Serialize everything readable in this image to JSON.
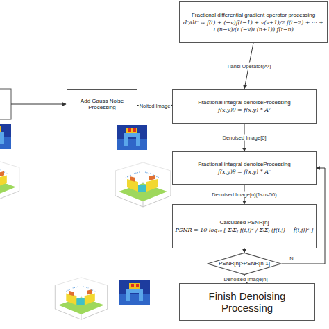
{
  "diagram": {
    "nodes": [
      {
        "text": [
          "Add Gauss Noise Processing"
        ]
      },
      {
        "text": [
          "Fractional differential gradient operator processing",
          "dᵛ/dtᵛ ≈ f(t) + (−v)f(t−1) + v(v+1)/2 f(t−2) + ··· + Γ(n−v)/(Γ(−v)Γ(n+1)) f(t−n)"
        ]
      },
      {
        "text": [
          "Fractional integral denoiseProcessing",
          "f(x,y)θ = f(x,y) * Aᵛ"
        ]
      },
      {
        "text": [
          "Fractional integral denoiseProcessing",
          "f(x,y)θ = f(x,y) * Aᵛ"
        ]
      },
      {
        "text": [
          "Calculated PSNR[n]",
          "PSNR = 10 log₁₀ [ ΣᵢΣⱼ f(i,j)² / ΣᵢΣⱼ (f(i,j) − f̂(i,j))² ]"
        ]
      },
      {
        "text": [
          "PSNR[n]>PSNR[n-1]"
        ]
      },
      {
        "text": [
          "Finish Denoising Processing"
        ]
      }
    ],
    "edges": [
      {
        "from": 0,
        "to": 2,
        "label": "Noited Image",
        "arrow": "to"
      },
      {
        "from": 1,
        "to": 2,
        "label": "Tiansi Operator(Aᵛ)",
        "arrow": "to"
      },
      {
        "from": 2,
        "to": 3,
        "label": "Denoised Image[0]",
        "arrow": "to"
      },
      {
        "from": 3,
        "to": 4,
        "label": "Denoised Image[n](1<n<50)",
        "arrow": "to"
      },
      {
        "from": 4,
        "to": 5,
        "arrow": "to"
      },
      {
        "from": 5,
        "to": 3,
        "label": "N",
        "arrow": "to"
      },
      {
        "from": 5,
        "to": 6,
        "label": "Denoised Image[n]",
        "arrow": "to"
      }
    ]
  }
}
